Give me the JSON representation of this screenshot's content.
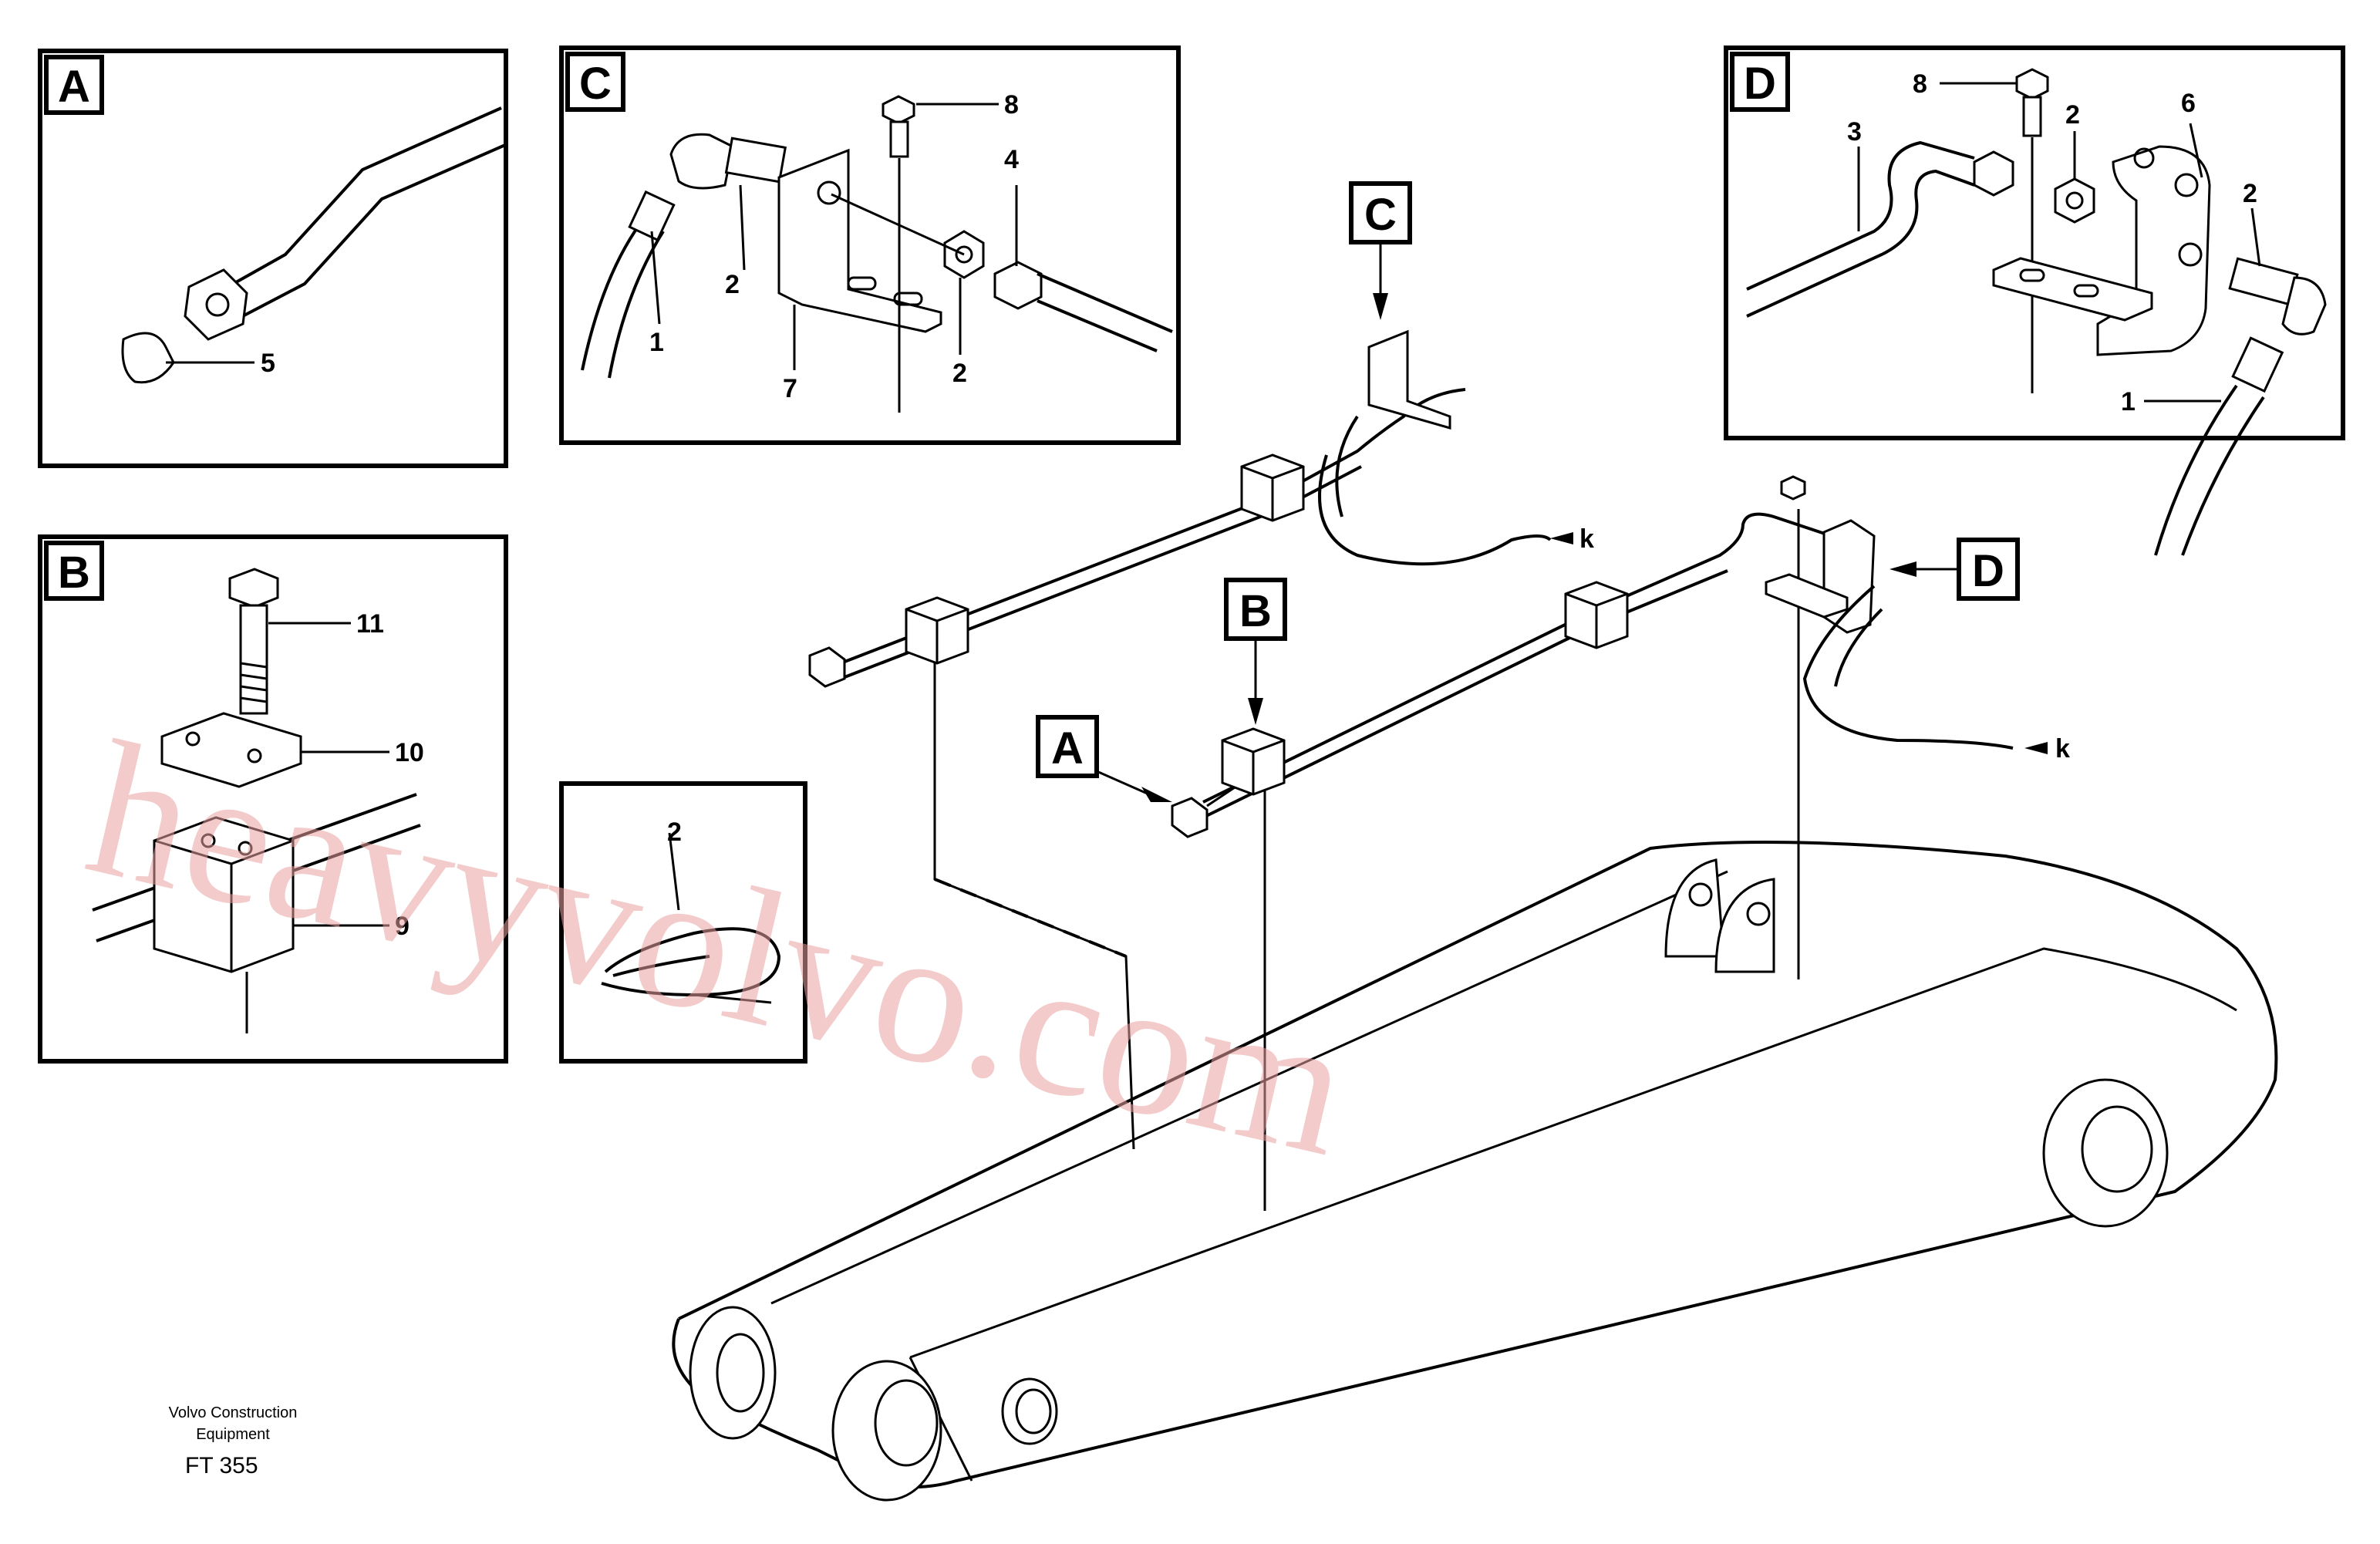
{
  "detail_a": {
    "letter": "A",
    "labels": [
      "5"
    ]
  },
  "detail_b": {
    "letter": "B",
    "labels": [
      "11",
      "10",
      "9"
    ]
  },
  "detail_c": {
    "letter": "C",
    "labels": [
      "8",
      "4",
      "2",
      "1",
      "7",
      "2"
    ]
  },
  "detail_d": {
    "letter": "D",
    "labels": [
      "8",
      "3",
      "2",
      "6",
      "2",
      "1"
    ]
  },
  "detail_tie": {
    "labels": [
      "2"
    ]
  },
  "main": {
    "callout_a": "A",
    "callout_b": "B",
    "callout_c": "C",
    "callout_d": "D",
    "arrow_k_top": "k",
    "arrow_k_bottom": "k"
  },
  "watermark": "heavyvolvo.com",
  "footer": {
    "company_line1": "Volvo Construction",
    "company_line2": "Equipment",
    "figure_code": "FT 355"
  }
}
